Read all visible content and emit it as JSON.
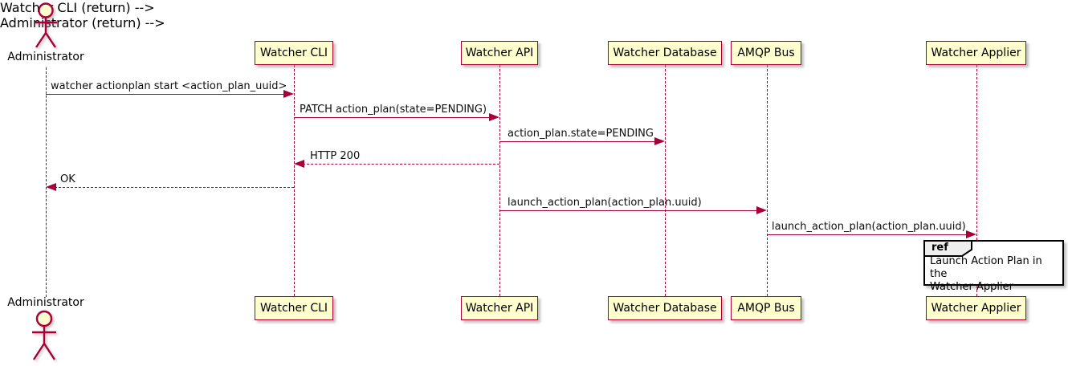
{
  "diagram": {
    "type": "sequence-diagram",
    "actor": {
      "name": "Administrator"
    },
    "participants": [
      {
        "name": "Watcher CLI"
      },
      {
        "name": "Watcher API"
      },
      {
        "name": "Watcher Database"
      },
      {
        "name": "AMQP Bus"
      },
      {
        "name": "Watcher Applier"
      }
    ],
    "messages": [
      {
        "label": "watcher actionplan start <action_plan_uuid>",
        "from": "Administrator",
        "to": "Watcher CLI",
        "style": "solid"
      },
      {
        "label": "PATCH action_plan(state=PENDING)",
        "from": "Watcher CLI",
        "to": "Watcher API",
        "style": "solid"
      },
      {
        "label": "action_plan.state=PENDING",
        "from": "Watcher API",
        "to": "Watcher Database",
        "style": "solid"
      },
      {
        "label": "HTTP 200",
        "from": "Watcher API",
        "to": "Watcher CLI",
        "style": "dashed"
      },
      {
        "label": "OK",
        "from": "Watcher CLI",
        "to": "Administrator",
        "style": "dashed"
      },
      {
        "label": "launch_action_plan(action_plan.uuid)",
        "from": "Watcher API",
        "to": "AMQP Bus",
        "style": "solid"
      },
      {
        "label": "launch_action_plan(action_plan.uuid)",
        "from": "AMQP Bus",
        "to": "Watcher Applier",
        "style": "solid"
      }
    ],
    "ref": {
      "keyword": "ref",
      "over": "Watcher Applier",
      "lines": [
        "Launch Action Plan in the",
        "Watcher Applier"
      ]
    },
    "colors": {
      "participant_fill": "#FEFECE",
      "stroke": "#A80036",
      "ref_header_fill": "#EEEEEE",
      "text": "#000000"
    }
  }
}
